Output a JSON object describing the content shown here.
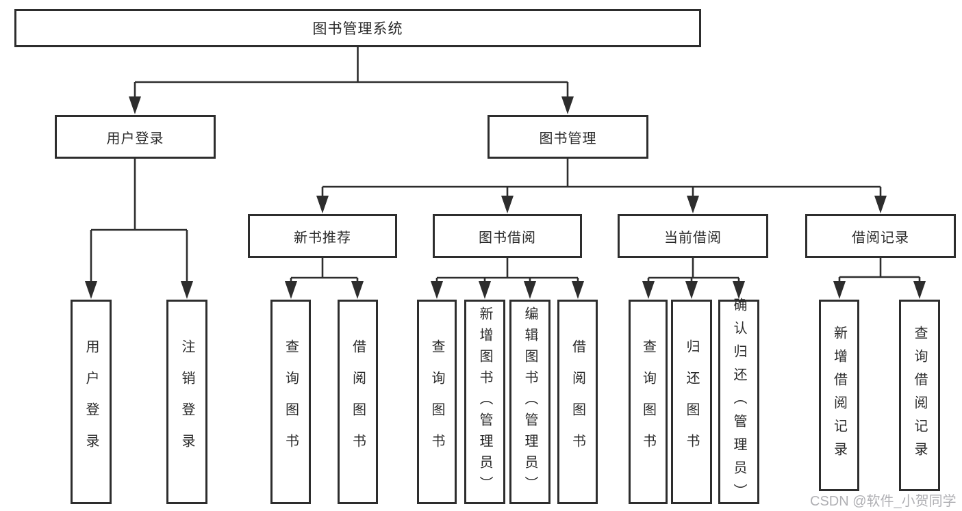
{
  "tree": {
    "label": "图书管理系统",
    "children": [
      {
        "label": "用户登录",
        "children": [
          {
            "label": "用户登录"
          },
          {
            "label": "注销登录"
          }
        ]
      },
      {
        "label": "图书管理",
        "children": [
          {
            "label": "新书推荐",
            "children": [
              {
                "label": "查询图书"
              },
              {
                "label": "借阅图书"
              }
            ]
          },
          {
            "label": "图书借阅",
            "children": [
              {
                "label": "查询图书"
              },
              {
                "label": "新增图书（管理员）"
              },
              {
                "label": "编辑图书（管理员）"
              },
              {
                "label": "借阅图书"
              }
            ]
          },
          {
            "label": "当前借阅",
            "children": [
              {
                "label": "查询图书"
              },
              {
                "label": "归还图书"
              },
              {
                "label": "确认归还（管理员）"
              }
            ]
          },
          {
            "label": "借阅记录",
            "children": [
              {
                "label": "新增借阅记录"
              },
              {
                "label": "查询借阅记录"
              }
            ]
          }
        ]
      }
    ]
  },
  "watermark": {
    "text": "CSDN @软件_小贺同学"
  },
  "colors": {
    "line": "#2d2d2d",
    "box_border": "#2d2d2d",
    "text": "#2a2a2a",
    "background": "#ffffff",
    "watermark": "#b0b0b4"
  }
}
